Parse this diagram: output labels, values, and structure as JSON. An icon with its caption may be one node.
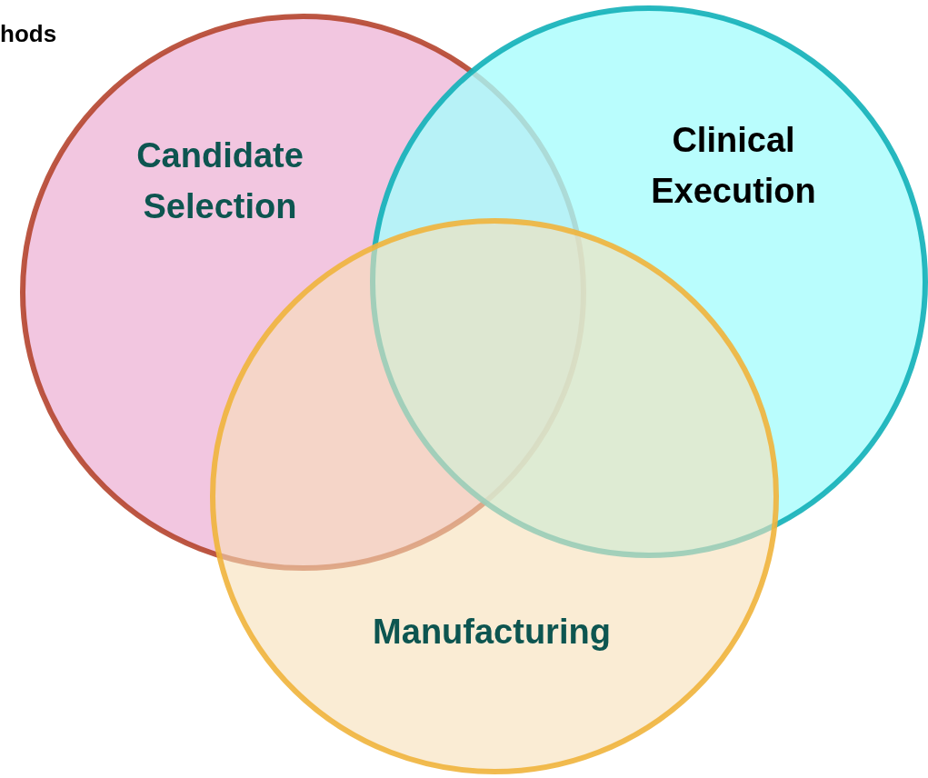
{
  "diagram": {
    "nodes": [
      {
        "text": [
          "Candidate Selection"
        ]
      },
      {
        "text": [
          "Clinical Execution"
        ]
      },
      {
        "text": [
          "Manufacturing"
        ]
      }
    ],
    "labels": [
      "hods"
    ]
  }
}
